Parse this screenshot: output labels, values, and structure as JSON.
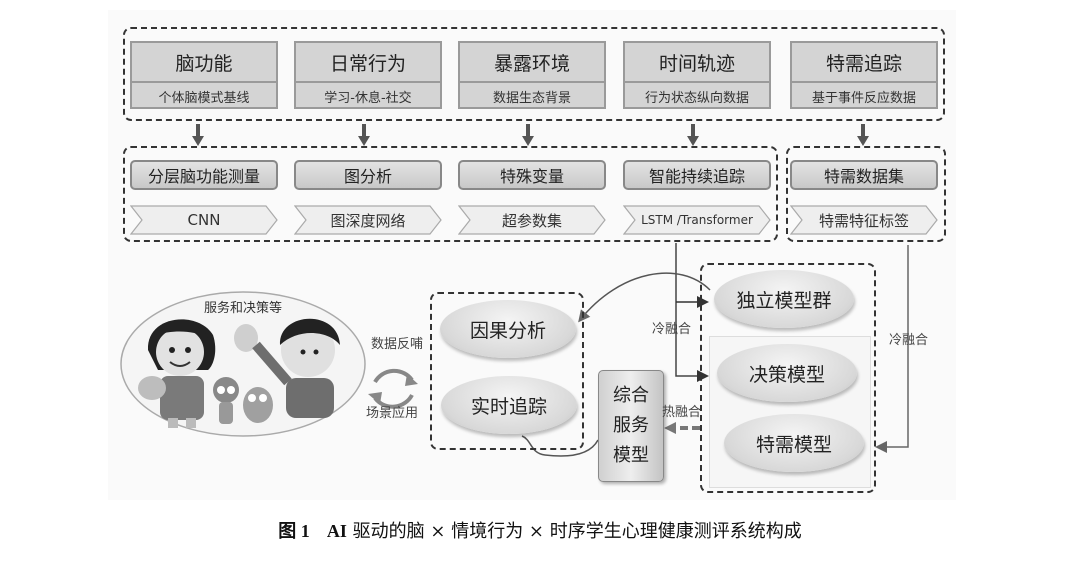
{
  "sources": [
    {
      "title": "脑功能",
      "subtitle": "个体脑模式基线"
    },
    {
      "title": "日常行为",
      "subtitle": "学习-休息-社交"
    },
    {
      "title": "暴露环境",
      "subtitle": "数据生态背景"
    },
    {
      "title": "时间轨迹",
      "subtitle": "行为状态纵向数据"
    },
    {
      "title": "特需追踪",
      "subtitle": "基于事件反应数据"
    }
  ],
  "methods": [
    {
      "title": "分层脑功能测量",
      "model": "CNN"
    },
    {
      "title": "图分析",
      "model": "图深度网络"
    },
    {
      "title": "特殊变量",
      "model": "超参数集"
    },
    {
      "title": "智能持续追踪",
      "model": "LSTM /Transformer"
    },
    {
      "title": "特需数据集",
      "model": "特需特征标签"
    }
  ],
  "scene": {
    "label": "服务和决策等",
    "cycle_top": "数据反哺",
    "cycle_bottom": "场景应用"
  },
  "applications": [
    "因果分析",
    "实时追踪"
  ],
  "service_model": [
    "综合",
    "服务",
    "模型"
  ],
  "models": [
    "独立模型群",
    "决策模型",
    "特需模型"
  ],
  "edge_labels": {
    "cold_fusion_left": "冷融合",
    "cold_fusion_right": "冷融合",
    "hot_fusion": "热融合"
  },
  "caption": {
    "figure_no": "图 1",
    "ai": "AI",
    "text": "驱动的脑 × 情境行为 × 时序学生心理健康测评系统构成"
  }
}
